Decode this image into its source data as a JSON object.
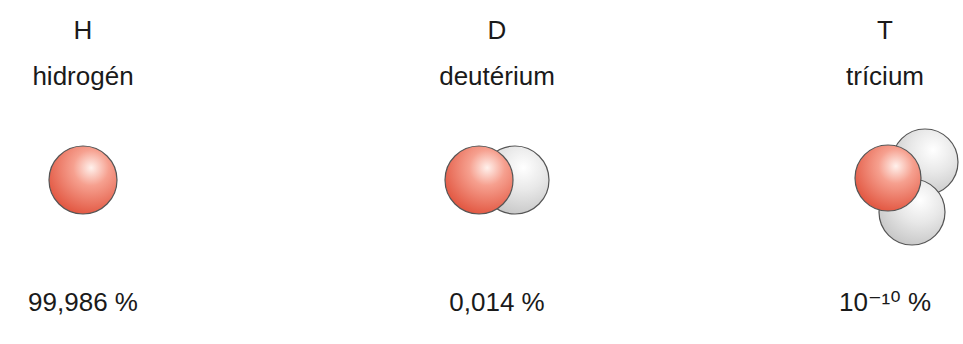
{
  "diagram": {
    "labels": [
      "H",
      "hidrogén",
      "99,986 %",
      "D",
      "deutérium",
      "0,014 %",
      "T",
      "trícium",
      "10⁻¹⁰ %"
    ]
  }
}
